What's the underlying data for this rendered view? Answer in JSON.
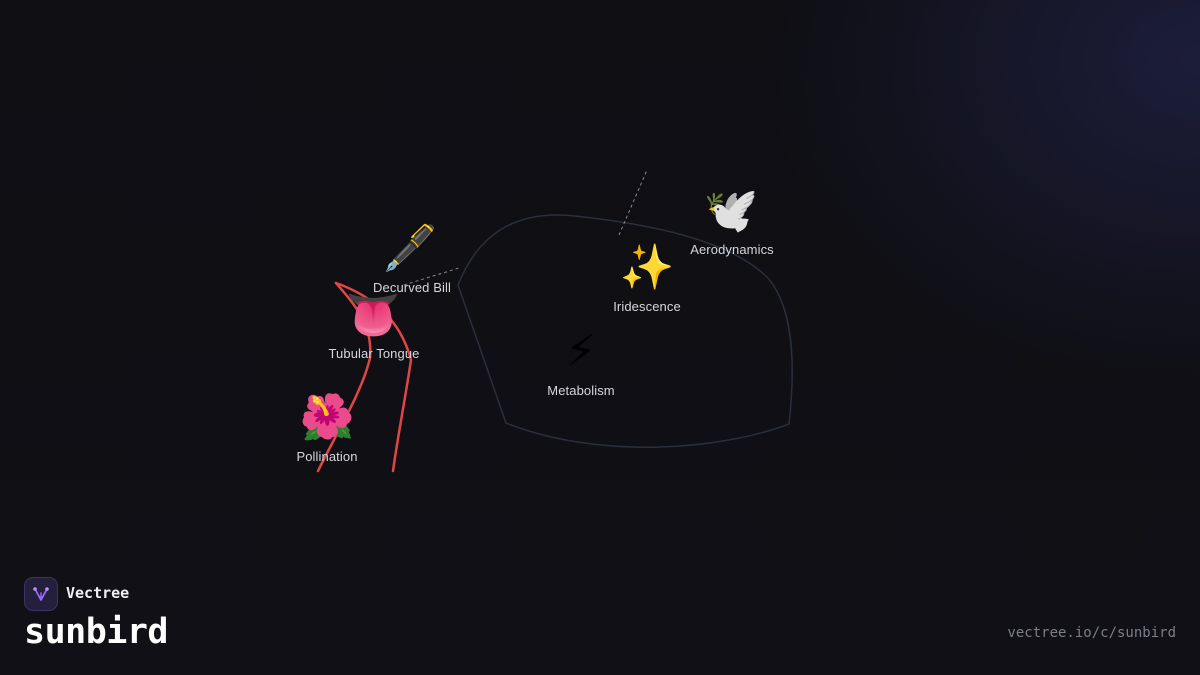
{
  "brand": {
    "name": "Vectree",
    "logo_icon": "vectree-logo-icon",
    "logo_bg": "#231f3d",
    "logo_accent": "#9b6bff"
  },
  "title": "sunbird",
  "url": "vectree.io/c/sunbird",
  "colors": {
    "background": "#0f0f14",
    "highlight_path": "#e04646",
    "region_outline": "#2a2f3c",
    "dashed_link": "#8a8c94",
    "label_text": "#d6d7dd"
  },
  "nodes": [
    {
      "id": "decurved-bill",
      "label": "Decurved Bill",
      "icon": "🖋️",
      "icon_name": "fountain-pen-icon"
    },
    {
      "id": "tubular-tongue",
      "label": "Tubular Tongue",
      "icon": "👅",
      "icon_name": "tongue-icon"
    },
    {
      "id": "pollination",
      "label": "Pollination",
      "icon": "🌺",
      "icon_name": "hibiscus-icon"
    },
    {
      "id": "iridescence",
      "label": "Iridescence",
      "icon": "✨",
      "icon_name": "sparkles-icon"
    },
    {
      "id": "aerodynamics",
      "label": "Aerodynamics",
      "icon": "🕊️",
      "icon_name": "dove-icon"
    },
    {
      "id": "metabolism",
      "label": "Metabolism",
      "icon": "⚡",
      "icon_name": "lightning-icon"
    }
  ]
}
